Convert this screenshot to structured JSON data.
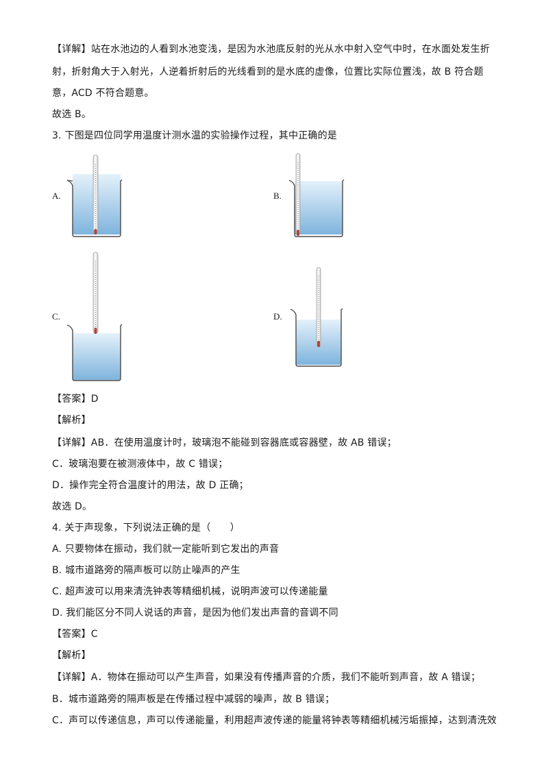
{
  "para1": {
    "line1": "【详解】站在水池边的人看到水池变浅，是因为水池底反射的光从水中射入空气中时，在水面处发生折",
    "line2": "射，折射角大于入射光，人逆着折射后的光线看到的是水底的虚像，位置比实际位置浅，故 B 符合题",
    "line3": "意，ACD 不符合题意。",
    "conclusion": "故选 B。"
  },
  "q3": {
    "stem": "3. 下图是四位同学用温度计测水温的实验操作过程，其中正确的是",
    "options": {
      "a": "A.",
      "b": "B.",
      "c": "C.",
      "d": "D."
    },
    "answer": "【答案】D",
    "analysis": "【解析】",
    "detail1": "【详解】AB．在使用温度计时，玻璃泡不能碰到容器底或容器壁，故 AB 错误；",
    "detail2": "C．玻璃泡要在被测液体中，故 C 错误；",
    "detail3": "D．操作完全符合温度计的用法，故 D 正确；",
    "conclusion": "故选 D。"
  },
  "q4": {
    "stem": "4. 关于声现象，下列说法正确的是（　　）",
    "optA": "A. 只要物体在振动，我们就一定能听到它发出的声音",
    "optB": "B. 城市道路旁的隔声板可以防止噪声的产生",
    "optC": "C. 超声波可以用来清洗钟表等精细机械，说明声波可以传递能量",
    "optD": "D. 我们能区分不同人说话的声音，是因为他们发出声音的音调不同",
    "answer": "【答案】C",
    "analysis": "【解析】",
    "detail1": "【详解】A．物体在振动可以产生声音，如果没有传播声音的介质，我们不能听到声音，故 A 错误；",
    "detail2": "B．城市道路旁的隔声板是在传播过程中减弱的噪声，故 B 错误；",
    "detail3": "C．声可以传递信息，声可以传递能量，利用超声波传递的能量将钟表等精细机械污垢振掉，达到清洗效"
  },
  "colors": {
    "water_top": "#e4f1fa",
    "water_bottom": "#7fb4dd",
    "beaker_stroke": "#4a4a4a",
    "thermometer_bulb": "#b0453a",
    "thermometer_scale": "#8a8a8a"
  }
}
